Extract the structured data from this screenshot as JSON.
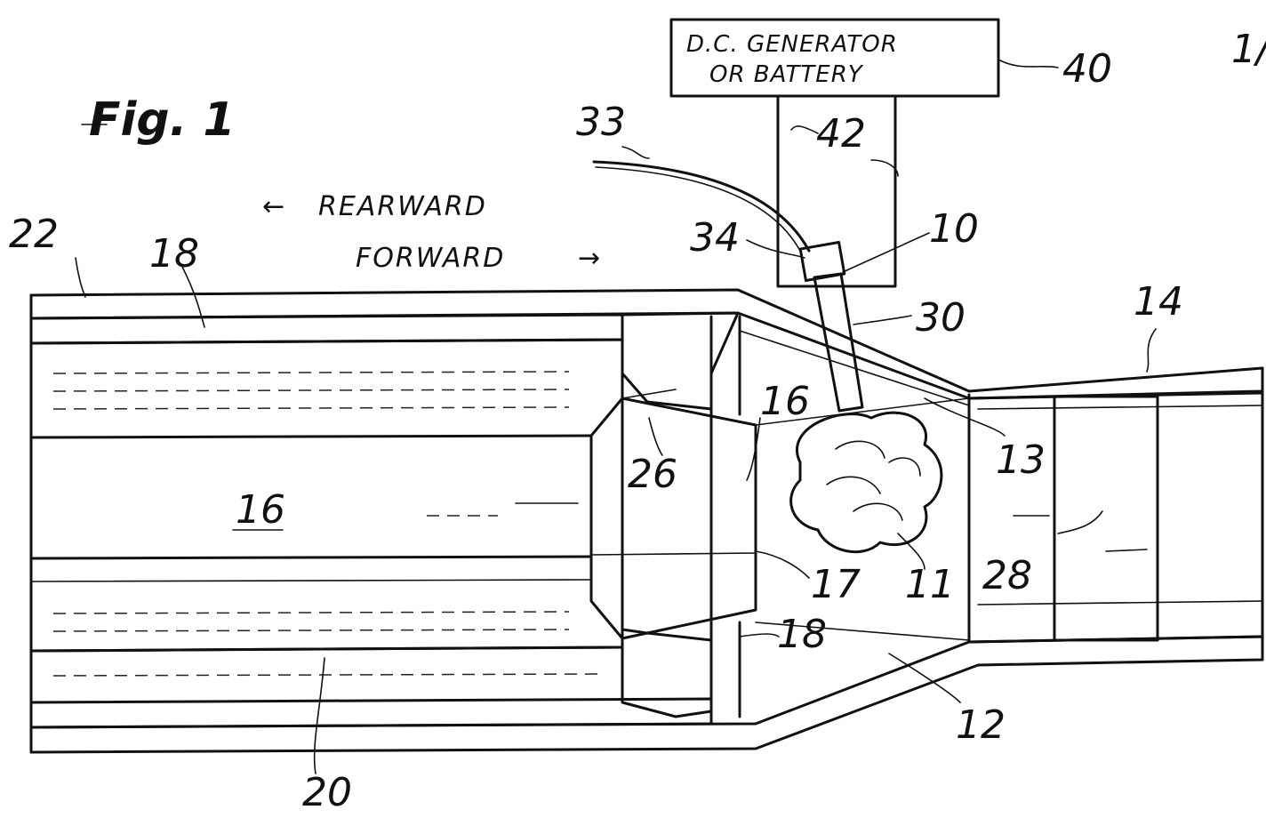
{
  "figure": {
    "title": "Fig. 1"
  },
  "power_source": {
    "line1": "D.C. GENERATOR",
    "line2": "OR BATTERY"
  },
  "directions": {
    "rearward": "REARWARD",
    "forward": "FORWARD"
  },
  "arrows": {
    "left": "←",
    "right": "→"
  },
  "refs": {
    "r40": "40",
    "r42": "42",
    "r33": "33",
    "r34": "34",
    "r10": "10",
    "r30": "30",
    "r22": "22",
    "r18a": "18",
    "r18b": "18",
    "r14": "14",
    "r16a": "16",
    "r16b": "16",
    "r26": "26",
    "r13": "13",
    "r28": "28",
    "r17": "17",
    "r11": "11",
    "r12": "12",
    "r20": "20",
    "r1": "1/"
  }
}
